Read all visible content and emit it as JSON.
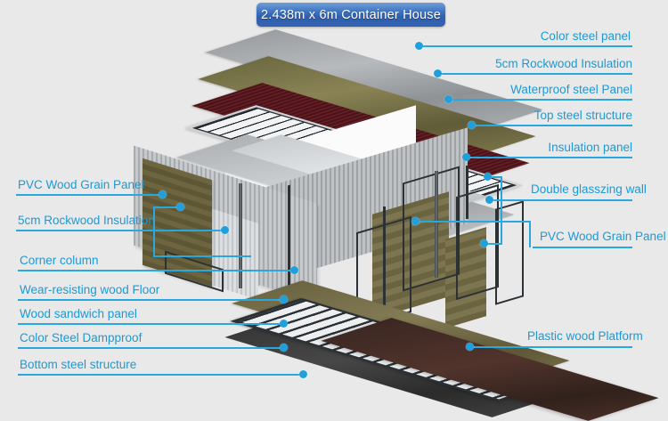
{
  "title": {
    "text": "2.438m x 6m Container House"
  },
  "colors": {
    "accent": "#29a8e0",
    "label_text": "#1b9ad6",
    "background": "#e9e9e9",
    "banner_blue": "#3f73c0",
    "banner_text": "#ffffff"
  },
  "labels": {
    "right": [
      {
        "id": "color-steel-panel",
        "text": "Color steel panel"
      },
      {
        "id": "rockwool-insulation-top",
        "text": "5cm Rockwood Insulation"
      },
      {
        "id": "waterproof-steel-panel",
        "text": "Waterproof steel Panel"
      },
      {
        "id": "top-steel-structure",
        "text": "Top steel structure"
      },
      {
        "id": "insulation-panel",
        "text": "Insulation panel"
      },
      {
        "id": "double-glassing-wall",
        "text": "Double glasszing wall"
      },
      {
        "id": "pvc-wood-grain-panel-right",
        "text": "PVC Wood Grain Panel"
      },
      {
        "id": "plastic-wood-platform",
        "text": "Plastic wood  Platform"
      }
    ],
    "left": [
      {
        "id": "pvc-wood-grain-panel-left",
        "text": "PVC Wood Grain Panel"
      },
      {
        "id": "rockwool-insulation-wall",
        "text": "5cm Rockwood Insulation"
      },
      {
        "id": "corner-column",
        "text": "Corner column"
      },
      {
        "id": "wear-resisting-wood-floor",
        "text": "Wear-resisting wood Floor"
      },
      {
        "id": "wood-sandwich-panel",
        "text": "Wood sandwich panel"
      },
      {
        "id": "color-steel-dampproof",
        "text": "Color Steel Dampproof"
      },
      {
        "id": "bottom-steel-structure",
        "text": "Bottom steel structure"
      }
    ]
  },
  "model": {
    "description": "Exploded axonometric view of a prefabricated container house showing stacked construction layers",
    "layers": [
      "Color steel panel",
      "5cm Rockwood Insulation",
      "Waterproof steel Panel",
      "Top steel structure",
      "Insulation panel",
      "Double glasszing wall",
      "PVC Wood Grain Panel",
      "Corner column",
      "Wear-resisting wood Floor",
      "Wood sandwich panel",
      "Color Steel Dampproof",
      "Bottom steel structure",
      "Plastic wood  Platform"
    ]
  }
}
